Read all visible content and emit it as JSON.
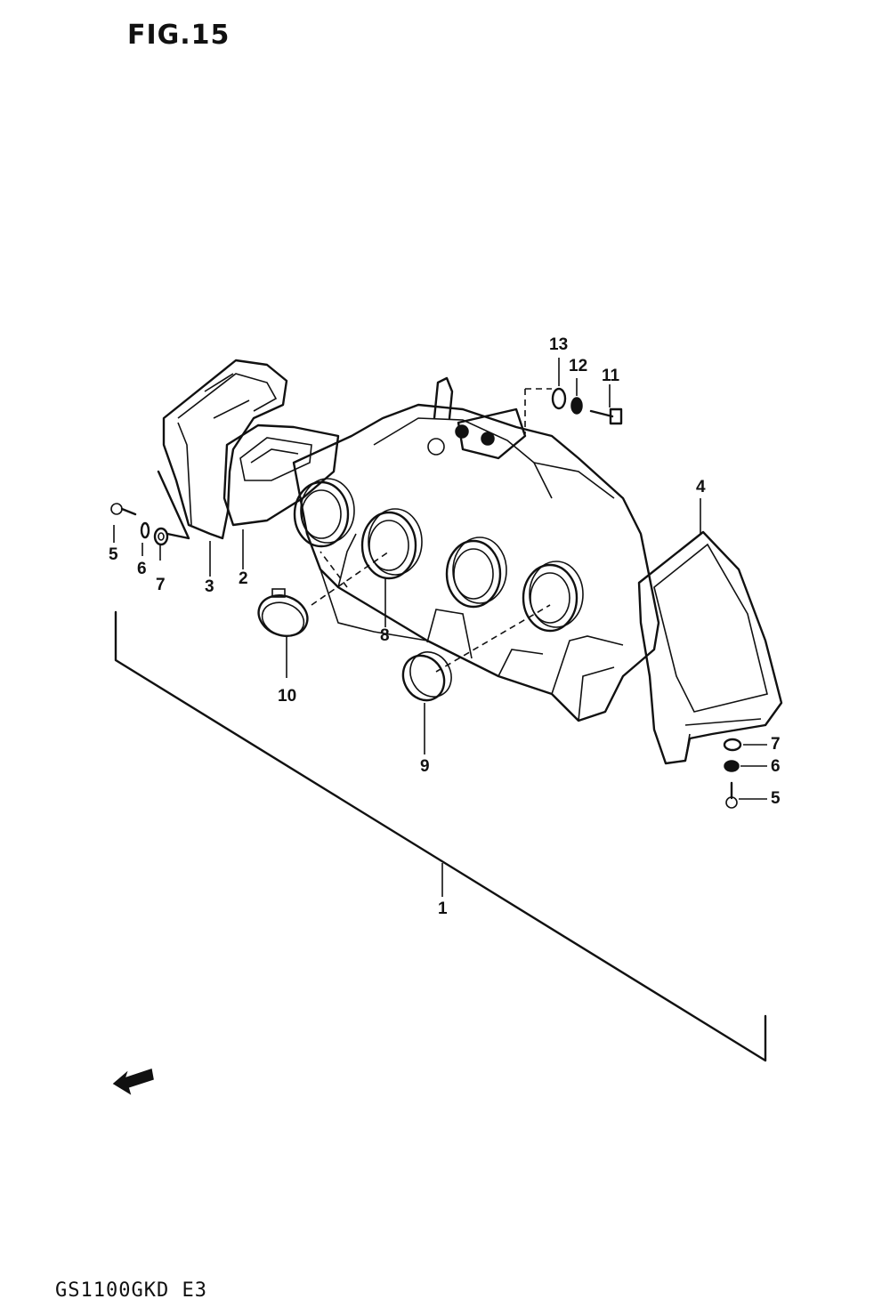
{
  "figure": {
    "title": "FIG.15",
    "model_code": "GS1100GKD E3"
  },
  "parts": [
    {
      "number": "1"
    },
    {
      "number": "2"
    },
    {
      "number": "3"
    },
    {
      "number": "4"
    },
    {
      "number": "5"
    },
    {
      "number": "6"
    },
    {
      "number": "7"
    },
    {
      "number": "8"
    },
    {
      "number": "9"
    },
    {
      "number": "10"
    },
    {
      "number": "11"
    },
    {
      "number": "12"
    },
    {
      "number": "13"
    },
    {
      "number": "5"
    },
    {
      "number": "6"
    },
    {
      "number": "7"
    }
  ],
  "forward_arrow": {
    "icon": "front-arrow-icon",
    "label": "FWD"
  }
}
